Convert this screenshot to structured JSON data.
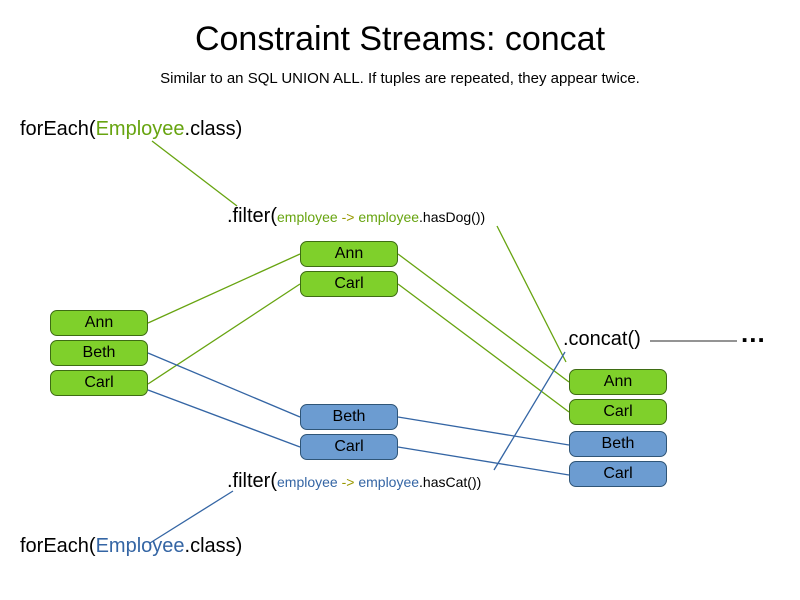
{
  "title": "Constraint Streams: concat",
  "subtitle": "Similar to an SQL UNION ALL. If tuples are repeated, they appear twice.",
  "colors": {
    "green_fill": "#7FD02B",
    "green_border": "#3E6C13",
    "blue_fill": "#6C9CD1",
    "blue_border": "#2F5577",
    "green_text": "#67A410",
    "blue_text": "#3465A4",
    "arrow_text": "#999900",
    "line_green": "#67A410",
    "line_blue": "#3465A4"
  },
  "foreach_top": {
    "prefix": "forEach(",
    "class_name": "Employee",
    "suffix": ".class)"
  },
  "foreach_bottom": {
    "prefix": "forEach(",
    "class_name": "Employee",
    "suffix": ".class)"
  },
  "filter_dog": {
    "prefix": ".filter(",
    "param": "employee",
    "arrow": " -> ",
    "object": "employee",
    "suffix": ".hasDog())"
  },
  "filter_cat": {
    "prefix": ".filter(",
    "param": "employee",
    "arrow": " -> ",
    "object": "employee",
    "suffix": ".hasCat())"
  },
  "concat_label": ".concat()",
  "ellipsis": "...",
  "source_stack": {
    "items": [
      "Ann",
      "Beth",
      "Carl"
    ]
  },
  "dog_stack": {
    "items": [
      "Ann",
      "Carl"
    ]
  },
  "cat_stack": {
    "items": [
      "Beth",
      "Carl"
    ]
  },
  "result_stack": {
    "items": [
      {
        "label": "Ann",
        "type": "green"
      },
      {
        "label": "Carl",
        "type": "green"
      },
      {
        "label": "Beth",
        "type": "blue"
      },
      {
        "label": "Carl",
        "type": "blue"
      }
    ]
  }
}
